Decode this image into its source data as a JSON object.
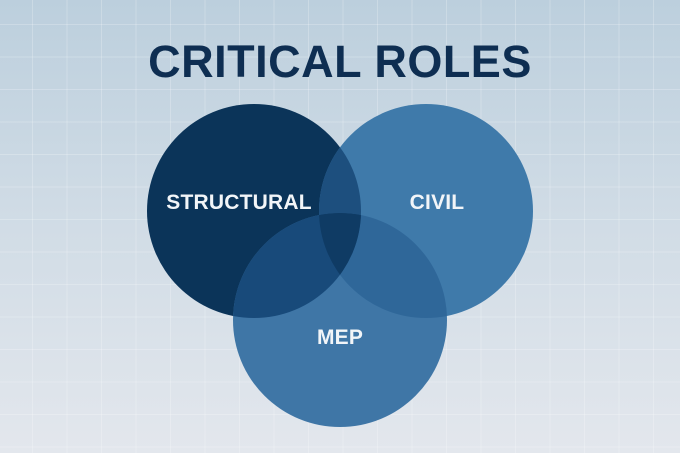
{
  "title": "CRITICAL ROLES",
  "colors": {
    "title": "#0e2e52",
    "structural": "#0b3459",
    "civil": "#3f7aaa",
    "mep": "#3f76a6",
    "label": "#f2f5f8"
  },
  "sets": [
    {
      "id": "structural",
      "label": "STRUCTURAL"
    },
    {
      "id": "civil",
      "label": "CIVIL"
    },
    {
      "id": "mep",
      "label": "MEP"
    }
  ]
}
